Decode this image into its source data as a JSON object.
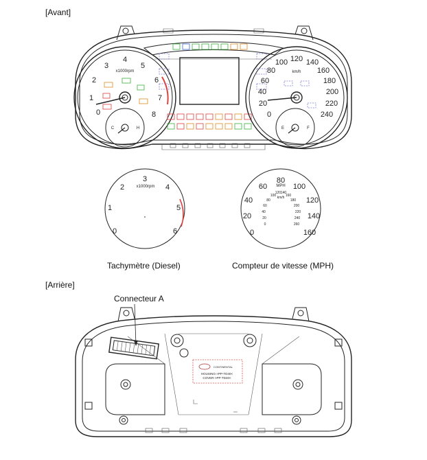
{
  "labels": {
    "front": "[Avant]",
    "rear": "[Arrière]",
    "tacho_diesel": "Tachymètre (Diesel)",
    "speedo_mph": "Compteur de vitesse (MPH)",
    "connector": "Connecteur A"
  },
  "front_cluster": {
    "tacho_unit": "x1000rpm",
    "tacho_ticks": [
      "0",
      "1",
      "2",
      "3",
      "4",
      "5",
      "6",
      "7",
      "8"
    ],
    "speedo_unit": "km/h",
    "speedo_ticks": [
      "0",
      "20",
      "40",
      "60",
      "80",
      "100",
      "120",
      "140",
      "160",
      "180",
      "200",
      "220",
      "240"
    ],
    "fuel_marks": [
      "E",
      "F"
    ],
    "temp_marks": [
      "C",
      "H"
    ]
  },
  "diesel_tacho": {
    "unit": "x1000rpm",
    "ticks": [
      "0",
      "1",
      "2",
      "3",
      "4",
      "5",
      "6"
    ]
  },
  "mph_speedo": {
    "unit": "MPH",
    "ticks": [
      "0",
      "20",
      "40",
      "60",
      "80",
      "100",
      "120",
      "140",
      "160"
    ],
    "inner_unit": "km/h",
    "inner_ticks": [
      "0",
      "20",
      "40",
      "60",
      "80",
      "100",
      "120",
      "140",
      "160",
      "180",
      "200",
      "220",
      "240",
      "260"
    ]
  },
  "rear_cluster": {
    "brand": "CONTINENTAL",
    "housing_text": "HOUSING->PP-TD40<",
    "cover_text": "COVER->PP-TD40<"
  }
}
